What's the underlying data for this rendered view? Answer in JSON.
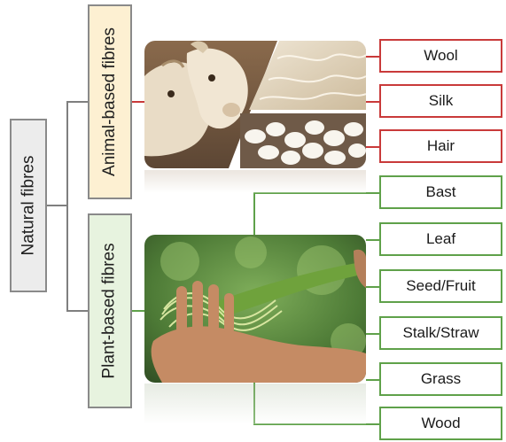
{
  "root": {
    "label": "Natural fibres"
  },
  "categories": {
    "animal": {
      "label": "Animal-based fibres"
    },
    "plant": {
      "label": "Plant-based fibres"
    }
  },
  "animal_fibres": [
    "Wool",
    "Silk",
    "Hair"
  ],
  "plant_fibres": [
    "Bast",
    "Leaf",
    "Seed/Fruit",
    "Stalk/Straw",
    "Grass",
    "Wood"
  ],
  "colors": {
    "animal_border": "#c93a3a",
    "plant_border": "#5fa14a",
    "animal_fill": "#fdf0d2",
    "plant_fill": "#e7f3df",
    "root_fill": "#ececec",
    "connector": "#7f7f7f"
  },
  "images": {
    "animal_photo": "goats-wool-silk-cocoons-photo",
    "plant_photo": "hand-holding-leaf-fibres-photo"
  }
}
